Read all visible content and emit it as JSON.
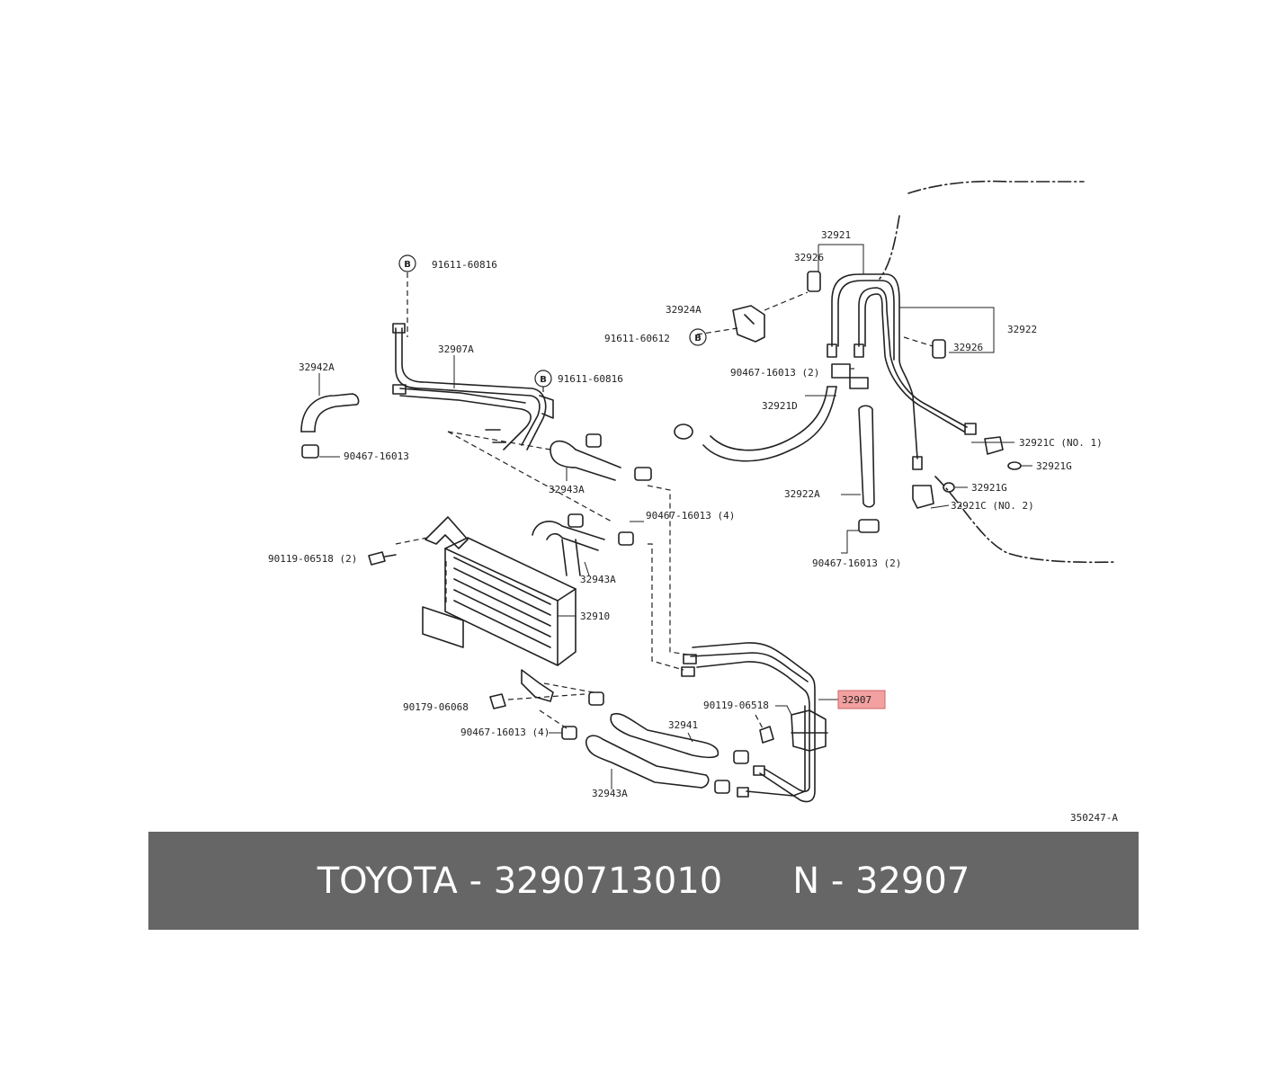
{
  "diagram": {
    "highlight_color": "#f2a0a0",
    "bubble_letter": "B",
    "labels": {
      "p32921": "32921",
      "p32926_top": "32926",
      "p32924A": "32924A",
      "p91611_60612": "91611-60612",
      "p32922": "32922",
      "p32926_right": "32926",
      "p90467_16013_2_top": "90467-16013 (2)",
      "p32921D": "32921D",
      "p32921C_1": "32921C (NO. 1)",
      "p32921G_1": "32921G",
      "p32921G_2": "32921G",
      "p32921C_2": "32921C (NO. 2)",
      "p32922A": "32922A",
      "p90467_16013_2_bot": "90467-16013 (2)",
      "p91611_60816_top": "91611-60816",
      "p32907A": "32907A",
      "p91611_60816_mid": "91611-60816",
      "p32942A": "32942A",
      "p90467_16013_left": "90467-16013",
      "p32943A_1": "32943A",
      "p90467_16013_4_mid": "90467-16013 (4)",
      "p32943A_2": "32943A",
      "p90119_06518_2": "90119-06518 (2)",
      "p32910": "32910",
      "p90119_06518": "90119-06518",
      "p32907": "32907",
      "p90179_06068": "90179-06068",
      "p32941": "32941",
      "p90467_16013_4_bot": "90467-16013 (4)",
      "p32943A_3": "32943A",
      "ref": "350247-A"
    }
  },
  "banner": {
    "brand": "TOYOTA",
    "part_number": "3290713010",
    "sep": " - ",
    "n_prefix": "N",
    "n_number": "32907"
  }
}
